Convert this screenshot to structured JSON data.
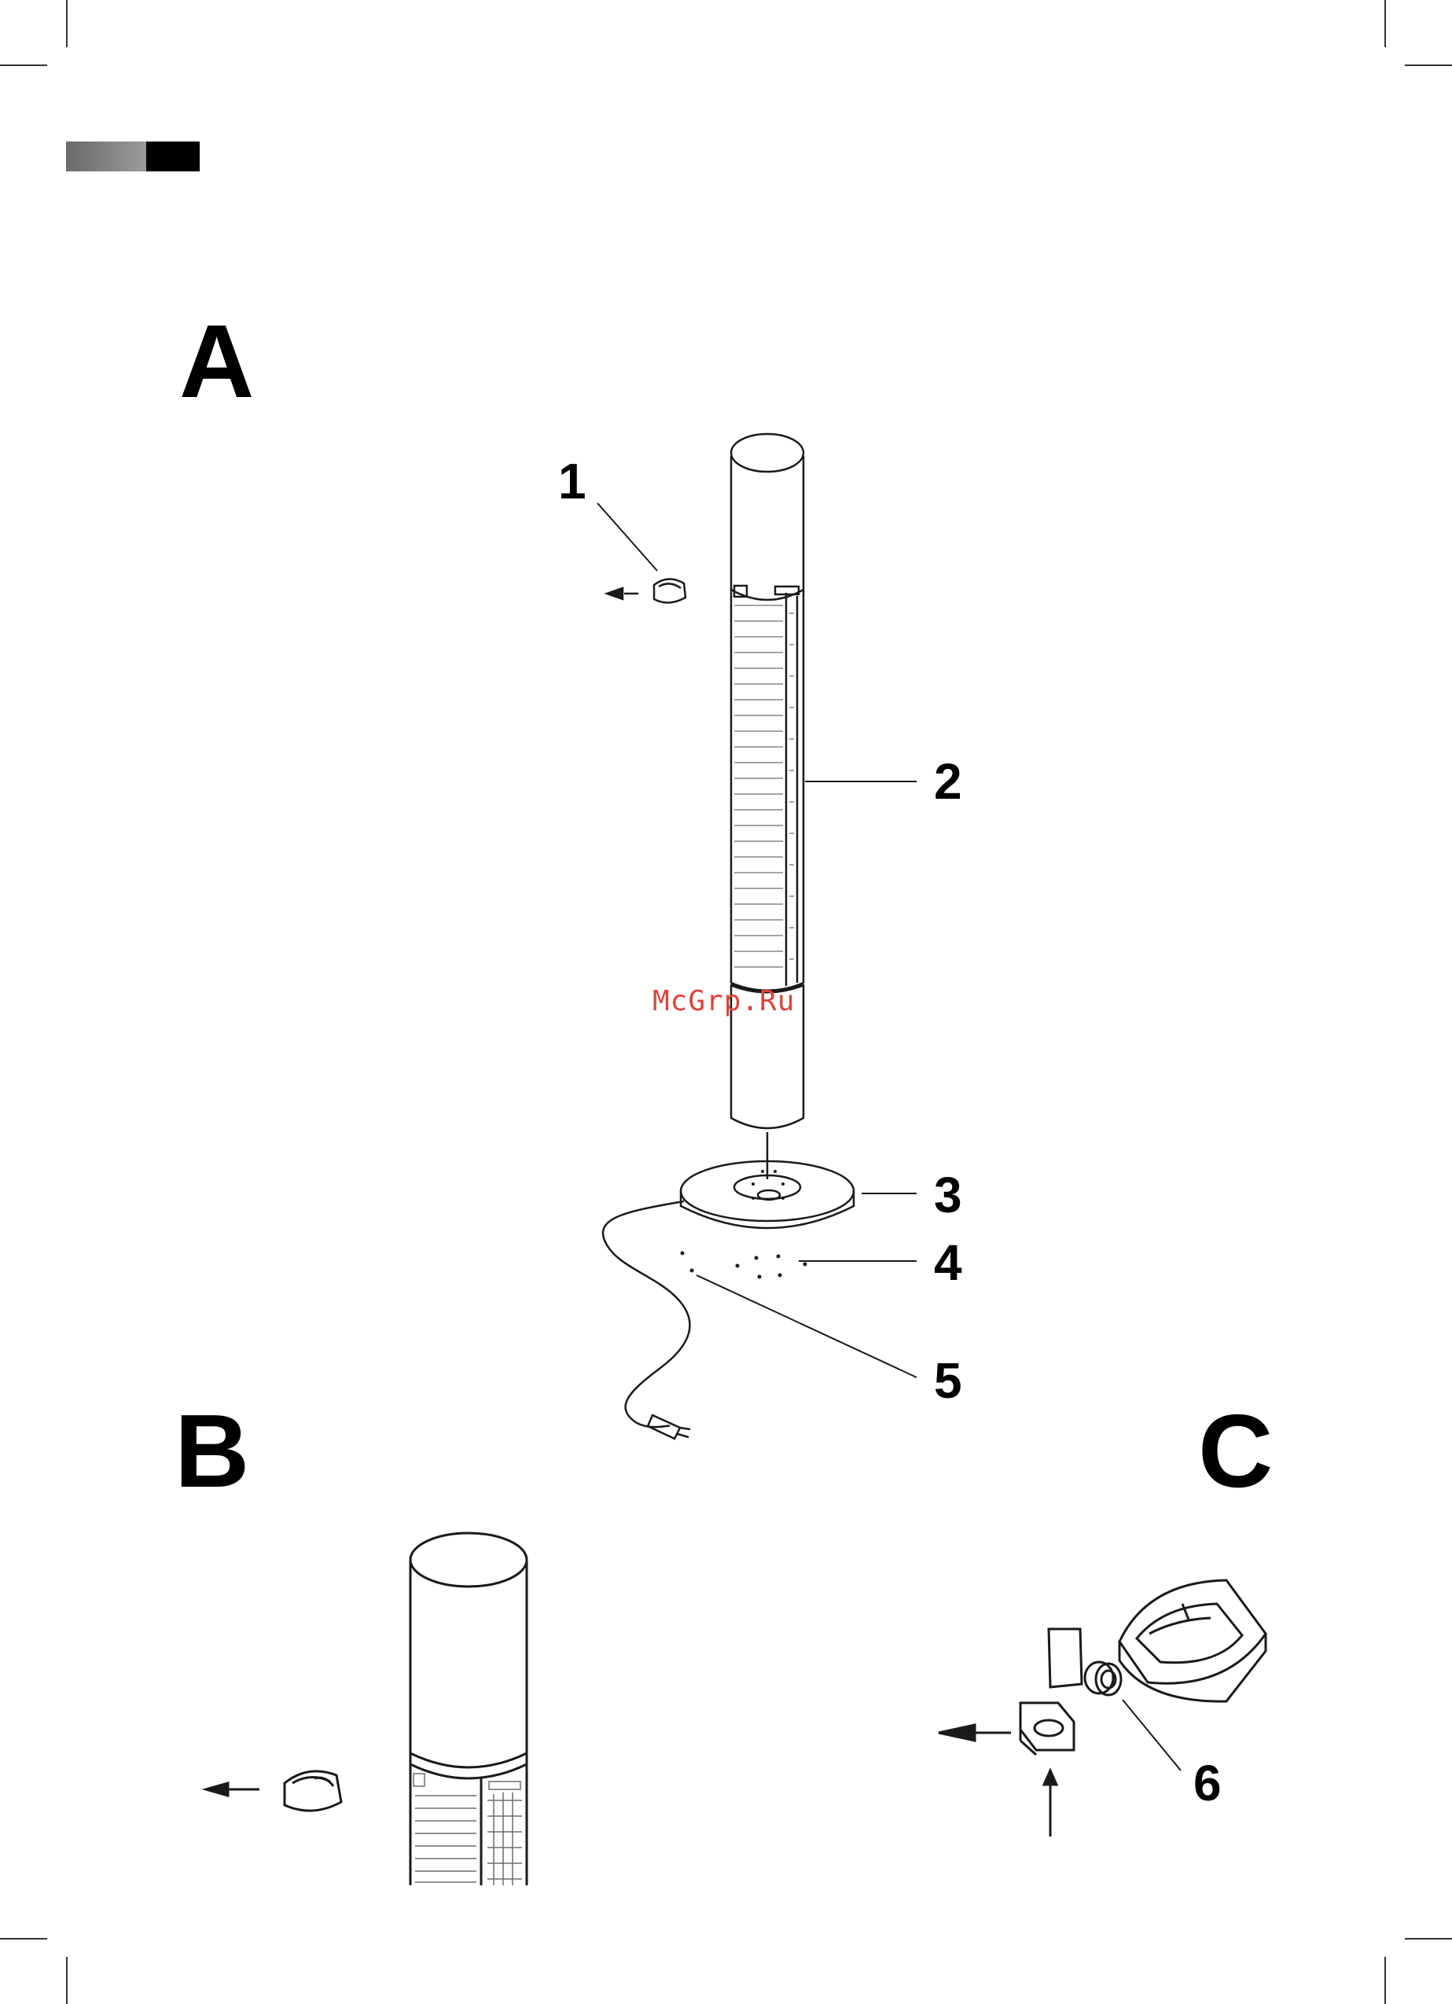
{
  "figures": {
    "a": {
      "letter": "A",
      "callouts": [
        "1",
        "2",
        "3",
        "4",
        "5"
      ]
    },
    "b": {
      "letter": "B"
    },
    "c": {
      "letter": "C",
      "callouts": [
        "6"
      ]
    }
  },
  "watermark": "McGrp.Ru",
  "colors": {
    "ink": "#1a1a1a",
    "header_bar_gray": "#7a7a7a",
    "header_bar_black": "#000000",
    "watermark": "#e0413a"
  }
}
